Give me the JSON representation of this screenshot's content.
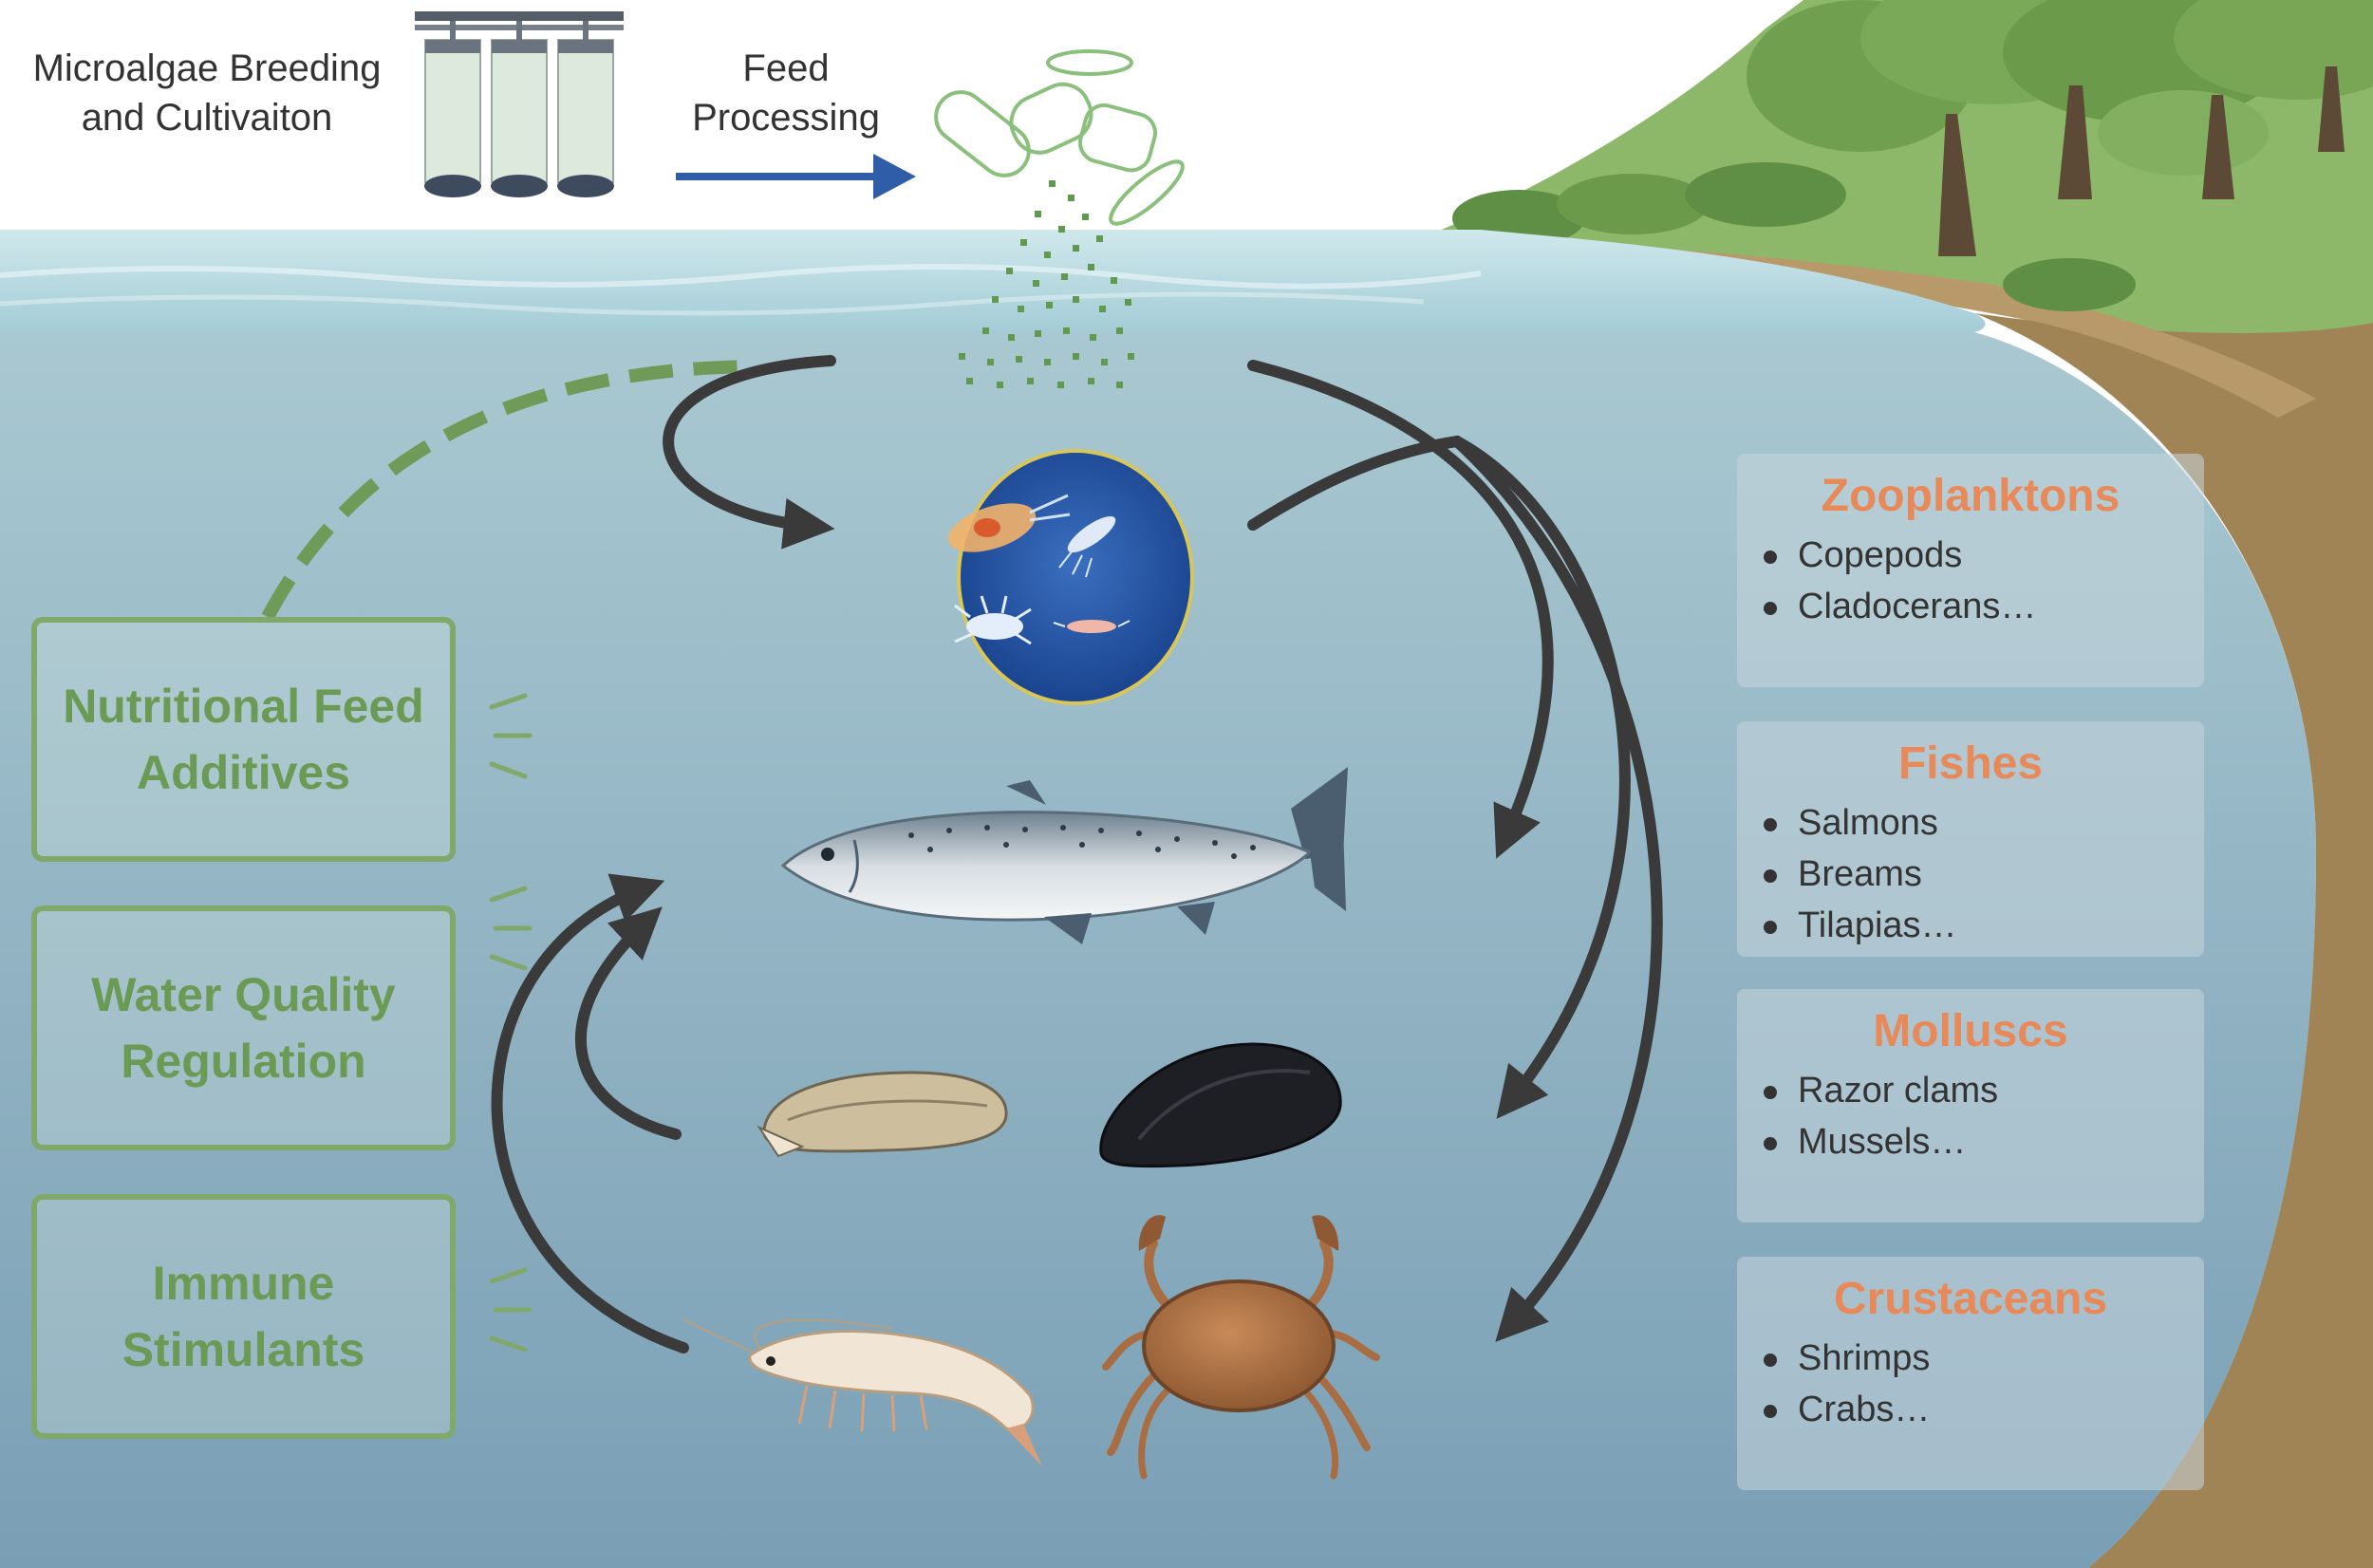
{
  "top_labels": {
    "cultivation": [
      "Microalgae Breeding",
      "and Cultivaiton"
    ],
    "processing": [
      "Feed",
      "Processing"
    ]
  },
  "benefits": [
    {
      "lines": [
        "Nutritional Feed",
        "Additives"
      ]
    },
    {
      "lines": [
        "Water Quality",
        "Regulation"
      ]
    },
    {
      "lines": [
        "Immune",
        "Stimulants"
      ]
    }
  ],
  "groups": [
    {
      "title": "Zooplanktons",
      "items": [
        "Copepods",
        "Cladocerans…"
      ]
    },
    {
      "title": "Fishes",
      "items": [
        "Salmons",
        "Breams",
        "Tilapias…"
      ]
    },
    {
      "title": "Molluscs",
      "items": [
        "Razor clams",
        "Mussels…"
      ]
    },
    {
      "title": "Crustaceans",
      "items": [
        "Shrimps",
        "Crabs…"
      ]
    }
  ],
  "colors": {
    "group_title": "#e8895a",
    "benefit_green": "#6b9a55",
    "arrow_dark": "#3a3a3a",
    "arrow_blue": "#2f5da8",
    "water_surface": "#b9dbe2",
    "water_deep": "#7fa6bb",
    "shore_brown": "#a08455",
    "grass_green": "#8db86a"
  },
  "icons": [
    "photobioreactor-icon",
    "feed-pellets-icon",
    "zooplankton-icon",
    "salmon-icon",
    "razor-clam-icon",
    "mussel-icon",
    "shrimp-icon",
    "crab-icon",
    "trees-icon"
  ]
}
